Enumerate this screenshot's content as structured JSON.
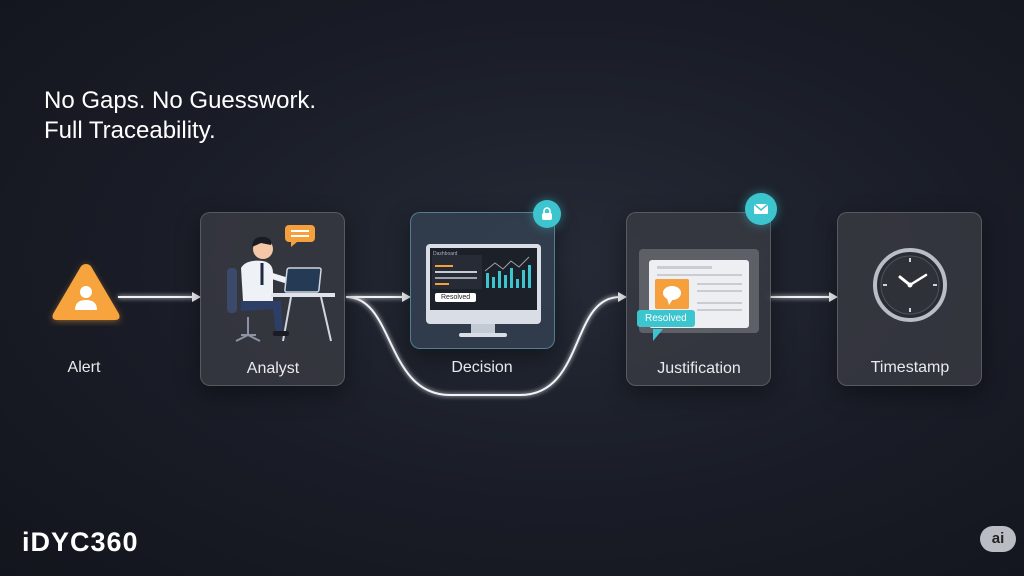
{
  "headline": {
    "line1": "No Gaps. No Guesswork.",
    "line2": "Full Traceability."
  },
  "steps": [
    {
      "label": "Alert",
      "icon": "alert-user-icon"
    },
    {
      "label": "Analyst",
      "icon": "analyst-at-desk-icon"
    },
    {
      "label": "Decision",
      "icon": "monitor-dashboard-icon",
      "screen_title": "Dashboard",
      "status": "Resolved",
      "badge_icon": "lock-icon"
    },
    {
      "label": "Justification",
      "icon": "document-comment-icon",
      "status": "Resolved",
      "badge_icon": "mail-icon"
    },
    {
      "label": "Timestamp",
      "icon": "clock-icon"
    }
  ],
  "brand": {
    "logo": "iDYC360",
    "corner_badge": "ai"
  },
  "colors": {
    "accent": "#3cc5cf",
    "orange": "#f5a03c",
    "background": "#191c26"
  }
}
